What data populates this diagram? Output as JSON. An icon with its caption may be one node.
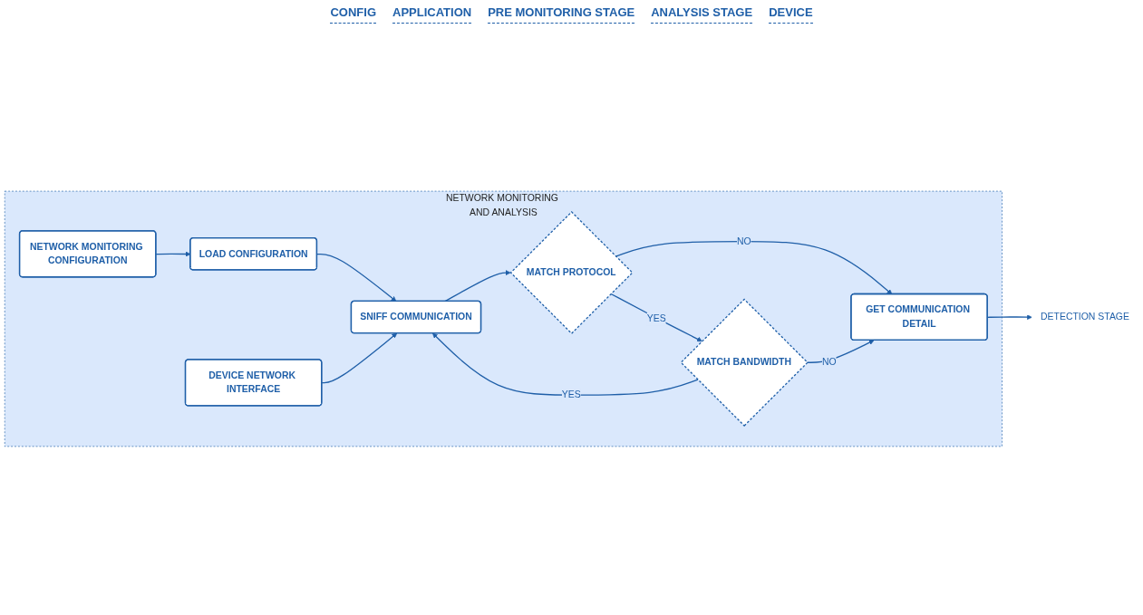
{
  "diagram": {
    "nodes": [
      {
        "text": [
          "NETWORK MONITORING AND ANALYSIS"
        ]
      },
      {
        "text": [
          "NETWORK MONITORING CONFIGURATION"
        ],
        "in": 0
      },
      {
        "text": [
          "LOAD CONFIGURATION"
        ],
        "in": 0
      },
      {
        "text": [
          "SNIFF COMMUNICATION"
        ],
        "in": 0
      },
      {
        "text": [
          "MATCH PROTOCOL"
        ],
        "in": 0
      },
      {
        "text": [
          "GET COMMUNICATION DETAIL"
        ],
        "in": 0
      },
      {
        "text": [
          "MATCH BANDWIDTH"
        ],
        "in": 0
      },
      {
        "text": [
          "DEVICE NETWORK INTERFACE"
        ],
        "in": 0
      },
      {
        "text": [
          "DETECTION STAGE"
        ]
      }
    ],
    "edges": [
      {
        "from": 1,
        "to": 2,
        "arrow": "to"
      },
      {
        "from": 2,
        "to": 3,
        "arrow": "to"
      },
      {
        "from": 3,
        "to": 4,
        "arrow": "to"
      },
      {
        "from": 4,
        "to": 5,
        "label": "NO",
        "arrow": "to"
      },
      {
        "from": 4,
        "to": 6,
        "label": "YES",
        "arrow": "to"
      },
      {
        "from": 6,
        "to": 3,
        "label": "YES",
        "arrow": "to"
      },
      {
        "from": 6,
        "to": 5,
        "label": "NO",
        "arrow": "to"
      },
      {
        "from": 5,
        "to": 8,
        "arrow": "to"
      },
      {
        "from": 7,
        "to": 3,
        "arrow": "to"
      }
    ],
    "labels": [
      "CONFIG",
      "APPLICATION",
      "PRE MONITORING STAGE",
      "ANALYSIS STAGE",
      "DEVICE"
    ]
  }
}
